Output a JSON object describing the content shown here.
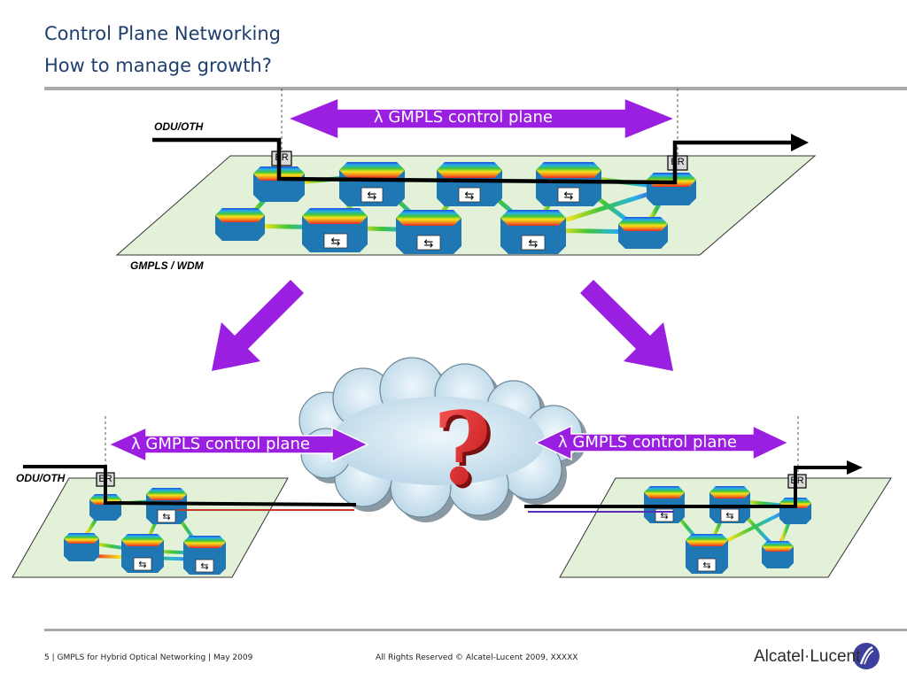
{
  "header": {
    "title": "Control Plane Networking",
    "subtitle": "How to manage growth?"
  },
  "top_network": {
    "control_plane_label": "λ  GMPLS control plane",
    "signal_label": "ODU/OTH",
    "plane_label": "GMPLS / WDM",
    "edge_router_label": "ER"
  },
  "bottom_left_network": {
    "control_plane_label": "λ  GMPLS control plane",
    "signal_label": "ODU/OTH",
    "edge_router_label": "ER"
  },
  "bottom_right_network": {
    "control_plane_label": "λ  GMPLS control plane",
    "edge_router_label": "ER"
  },
  "cloud": {
    "symbol": "?"
  },
  "footer": {
    "slide_info": "5 | GMPLS for Hybrid Optical Networking | May 2009",
    "copyright": "All Rights Reserved © Alcatel-Lucent 2009, XXXXX",
    "brand": "Alcatel·Lucent"
  },
  "colors": {
    "arrow_purple": "#9b1fe0",
    "plane_fill": "#e3f1d8",
    "node_side": "#1f78b4",
    "title_color": "#1f3f6e",
    "question_red": "#d62020"
  }
}
